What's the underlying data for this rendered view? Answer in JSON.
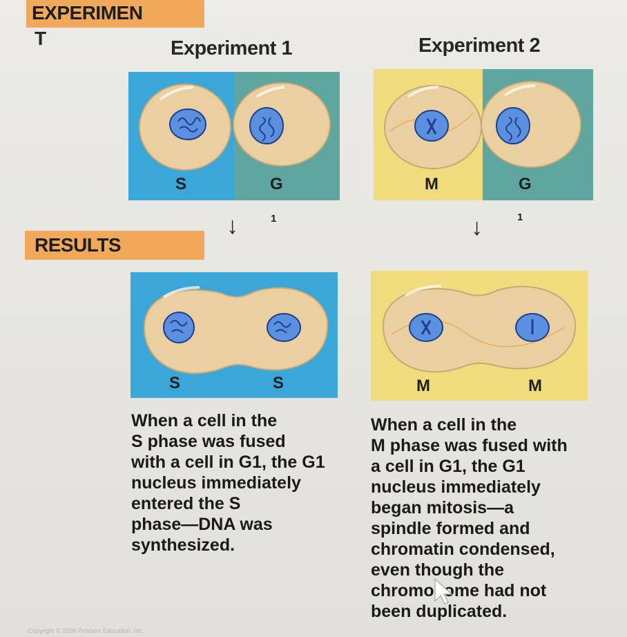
{
  "labels": {
    "experiment_line1": "EXPERIMEN",
    "experiment_line2": "T",
    "results": "RESULTS"
  },
  "experiment1": {
    "title": "Experiment 1",
    "before": {
      "left_label": "S",
      "right_label": "G",
      "right_subscript": "1"
    },
    "after": {
      "left_label": "S",
      "right_label": "S"
    },
    "caption": [
      "When a cell in the",
      "S phase was fused",
      "with a cell in G1, the G1",
      "nucleus immediately",
      "entered the S",
      "phase—DNA was",
      "synthesized."
    ]
  },
  "experiment2": {
    "title": "Experiment 2",
    "before": {
      "left_label": "M",
      "right_label": "G",
      "right_subscript": "1"
    },
    "after": {
      "left_label": "M",
      "right_label": "M"
    },
    "caption": [
      "When a cell in the",
      "M phase was fused with",
      "a cell in G1, the G1",
      "nucleus immediately",
      "began mitosis—a",
      "spindle formed and",
      "chromatin condensed,",
      "even though the",
      "chromosome had not",
      "been duplicated."
    ]
  },
  "copyright": "Copyright © 2008 Pearson Education, Inc.",
  "colors": {
    "tag_orange": "#f0a85a",
    "s_phase_blue": "#3ba7d9",
    "g1_teal": "#5fa5a0",
    "m_phase_yellow": "#f0dc7c",
    "cell_fill": "#ead0a0",
    "nucleus_blue": "#5b8fe0"
  }
}
